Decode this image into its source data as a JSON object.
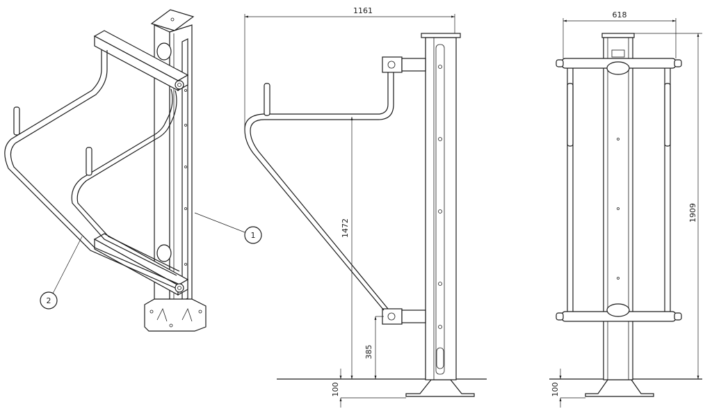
{
  "views": {
    "isometric": {
      "balloons": [
        {
          "label": "1"
        },
        {
          "label": "2"
        }
      ]
    },
    "side": {
      "dimensions": {
        "overall_width": "1161",
        "arm_height": "1472",
        "lower_bracket_height": "385",
        "base_offset": "100"
      }
    },
    "front": {
      "dimensions": {
        "overall_width": "618",
        "overall_height": "1909",
        "base_offset": "100"
      }
    }
  }
}
